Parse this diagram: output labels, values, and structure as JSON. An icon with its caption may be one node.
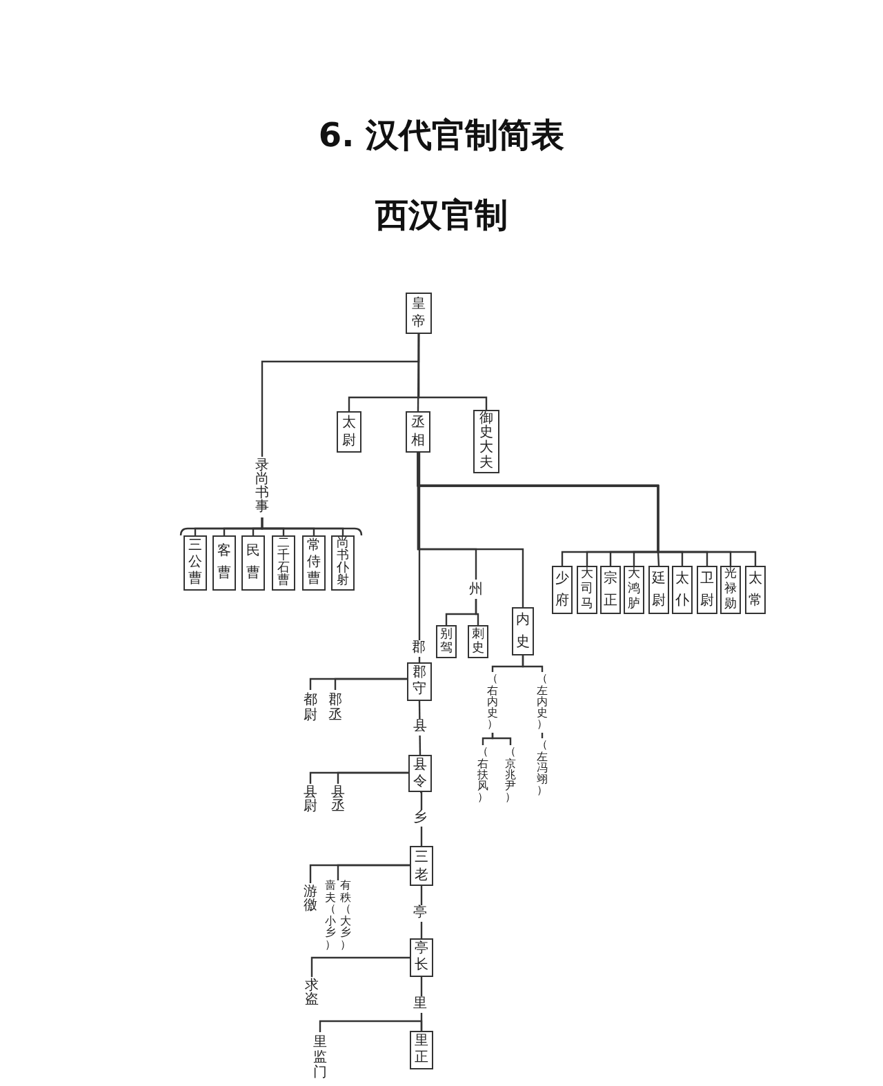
{
  "diagram": {
    "title": "6. 汉代官制简表",
    "nodes": [
      {
        "text": [
          "皇帝"
        ]
      },
      {
        "text": [
          "太尉"
        ]
      },
      {
        "text": [
          "丞相"
        ]
      },
      {
        "text": [
          "御史大夫"
        ]
      },
      {
        "text": [
          "录尚书事"
        ]
      },
      {
        "text": [
          "三公曹"
        ]
      },
      {
        "text": [
          "客曹"
        ]
      },
      {
        "text": [
          "民曹"
        ]
      },
      {
        "text": [
          "二千石曹"
        ]
      },
      {
        "text": [
          "常侍曹"
        ]
      },
      {
        "text": [
          "尚书仆射"
        ]
      },
      {
        "text": [
          "少府"
        ]
      },
      {
        "text": [
          "大司马"
        ]
      },
      {
        "text": [
          "宗正"
        ]
      },
      {
        "text": [
          "大鸿胪"
        ]
      },
      {
        "text": [
          "廷尉"
        ]
      },
      {
        "text": [
          "太仆"
        ]
      },
      {
        "text": [
          "卫尉"
        ]
      },
      {
        "text": [
          "光禄勋"
        ]
      },
      {
        "text": [
          "太常"
        ]
      },
      {
        "text": [
          "州"
        ]
      },
      {
        "text": [
          "别驾"
        ]
      },
      {
        "text": [
          "刺史"
        ]
      },
      {
        "text": [
          "内史"
        ]
      },
      {
        "text": [
          "（右内史）"
        ]
      },
      {
        "text": [
          "（左内史）"
        ]
      },
      {
        "text": [
          "（右扶风）"
        ]
      },
      {
        "text": [
          "（京兆尹）"
        ]
      },
      {
        "text": [
          "（左冯翊）"
        ]
      },
      {
        "text": [
          "郡守"
        ]
      },
      {
        "text": [
          "都尉"
        ]
      },
      {
        "text": [
          "郡丞"
        ]
      },
      {
        "text": [
          "县令"
        ]
      },
      {
        "text": [
          "县尉"
        ]
      },
      {
        "text": [
          "县丞"
        ]
      },
      {
        "text": [
          "三老"
        ]
      },
      {
        "text": [
          "游徼"
        ]
      },
      {
        "text": [
          "啬夫（小乡）",
          "有秩（大乡）"
        ]
      },
      {
        "text": [
          "亭长"
        ]
      },
      {
        "text": [
          "求盗"
        ]
      },
      {
        "text": [
          "里正"
        ]
      },
      {
        "text": [
          "里监门"
        ]
      }
    ],
    "edges": [
      {
        "from": 0,
        "to": 4,
        "arrow": "none"
      },
      {
        "from": 0,
        "to": 1,
        "arrow": "none"
      },
      {
        "from": 0,
        "to": 2,
        "arrow": "none"
      },
      {
        "from": 0,
        "to": 3,
        "arrow": "none"
      },
      {
        "from": 4,
        "to": 5,
        "arrow": "none"
      },
      {
        "from": 4,
        "to": 6,
        "arrow": "none"
      },
      {
        "from": 4,
        "to": 7,
        "arrow": "none"
      },
      {
        "from": 4,
        "to": 8,
        "arrow": "none"
      },
      {
        "from": 4,
        "to": 9,
        "arrow": "none"
      },
      {
        "from": 4,
        "to": 10,
        "arrow": "none"
      },
      {
        "from": 2,
        "to": 11,
        "arrow": "none"
      },
      {
        "from": 2,
        "to": 12,
        "arrow": "none"
      },
      {
        "from": 2,
        "to": 13,
        "arrow": "none"
      },
      {
        "from": 2,
        "to": 14,
        "arrow": "none"
      },
      {
        "from": 2,
        "to": 15,
        "arrow": "none"
      },
      {
        "from": 2,
        "to": 16,
        "arrow": "none"
      },
      {
        "from": 2,
        "to": 17,
        "arrow": "none"
      },
      {
        "from": 2,
        "to": 18,
        "arrow": "none"
      },
      {
        "from": 2,
        "to": 19,
        "arrow": "none"
      },
      {
        "from": 2,
        "to": 20,
        "arrow": "none"
      },
      {
        "from": 20,
        "to": 21,
        "arrow": "none"
      },
      {
        "from": 20,
        "to": 22,
        "arrow": "none"
      },
      {
        "from": 2,
        "to": 23,
        "arrow": "none"
      },
      {
        "from": 23,
        "to": 24,
        "arrow": "none"
      },
      {
        "from": 23,
        "to": 25,
        "arrow": "none"
      },
      {
        "from": 24,
        "to": 26,
        "arrow": "none"
      },
      {
        "from": 24,
        "to": 27,
        "arrow": "none"
      },
      {
        "from": 25,
        "to": 28,
        "arrow": "none"
      },
      {
        "from": 2,
        "to": 29,
        "arrow": "none",
        "label": "郡"
      },
      {
        "from": 29,
        "to": 30,
        "arrow": "none"
      },
      {
        "from": 29,
        "to": 31,
        "arrow": "none"
      },
      {
        "from": 29,
        "to": 32,
        "arrow": "none",
        "label": "县"
      },
      {
        "from": 32,
        "to": 33,
        "arrow": "none"
      },
      {
        "from": 32,
        "to": 34,
        "arrow": "none"
      },
      {
        "from": 32,
        "to": 35,
        "arrow": "none",
        "label": "乡"
      },
      {
        "from": 35,
        "to": 36,
        "arrow": "none"
      },
      {
        "from": 35,
        "to": 37,
        "arrow": "none"
      },
      {
        "from": 35,
        "to": 38,
        "arrow": "none",
        "label": "亭"
      },
      {
        "from": 38,
        "to": 39,
        "arrow": "none"
      },
      {
        "from": 38,
        "to": 40,
        "arrow": "none",
        "label": "里"
      },
      {
        "from": 40,
        "to": 41,
        "arrow": "none"
      }
    ],
    "labels": [
      "西汉官制"
    ]
  }
}
